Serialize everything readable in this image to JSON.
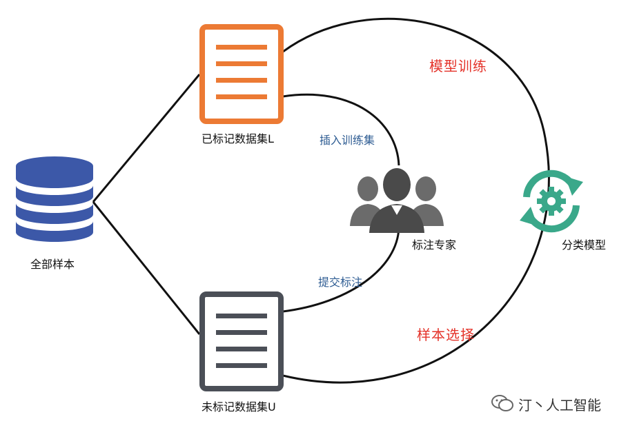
{
  "nodes": {
    "all_samples": "全部样本",
    "labeled_set": "已标记数据集L",
    "unlabeled_set": "未标记数据集U",
    "experts": "标注专家",
    "classifier": "分类模型"
  },
  "edges": {
    "model_training": "模型训练",
    "insert_training_set": "插入训练集",
    "submit_labels": "提交标注",
    "sample_selection": "样本选择"
  },
  "watermark": "汀丶人工智能",
  "colors": {
    "labeled_doc": "#ec7a34",
    "unlabeled_doc": "#4b4f57",
    "database": "#3c58a8",
    "experts": "#555555",
    "classifier": "#3aa88a",
    "red_label": "#e4332a",
    "blue_label": "#2f5d93"
  },
  "icons": [
    "database-icon",
    "document-icon",
    "people-icon",
    "refresh-gear-icon",
    "wechat-icon"
  ]
}
